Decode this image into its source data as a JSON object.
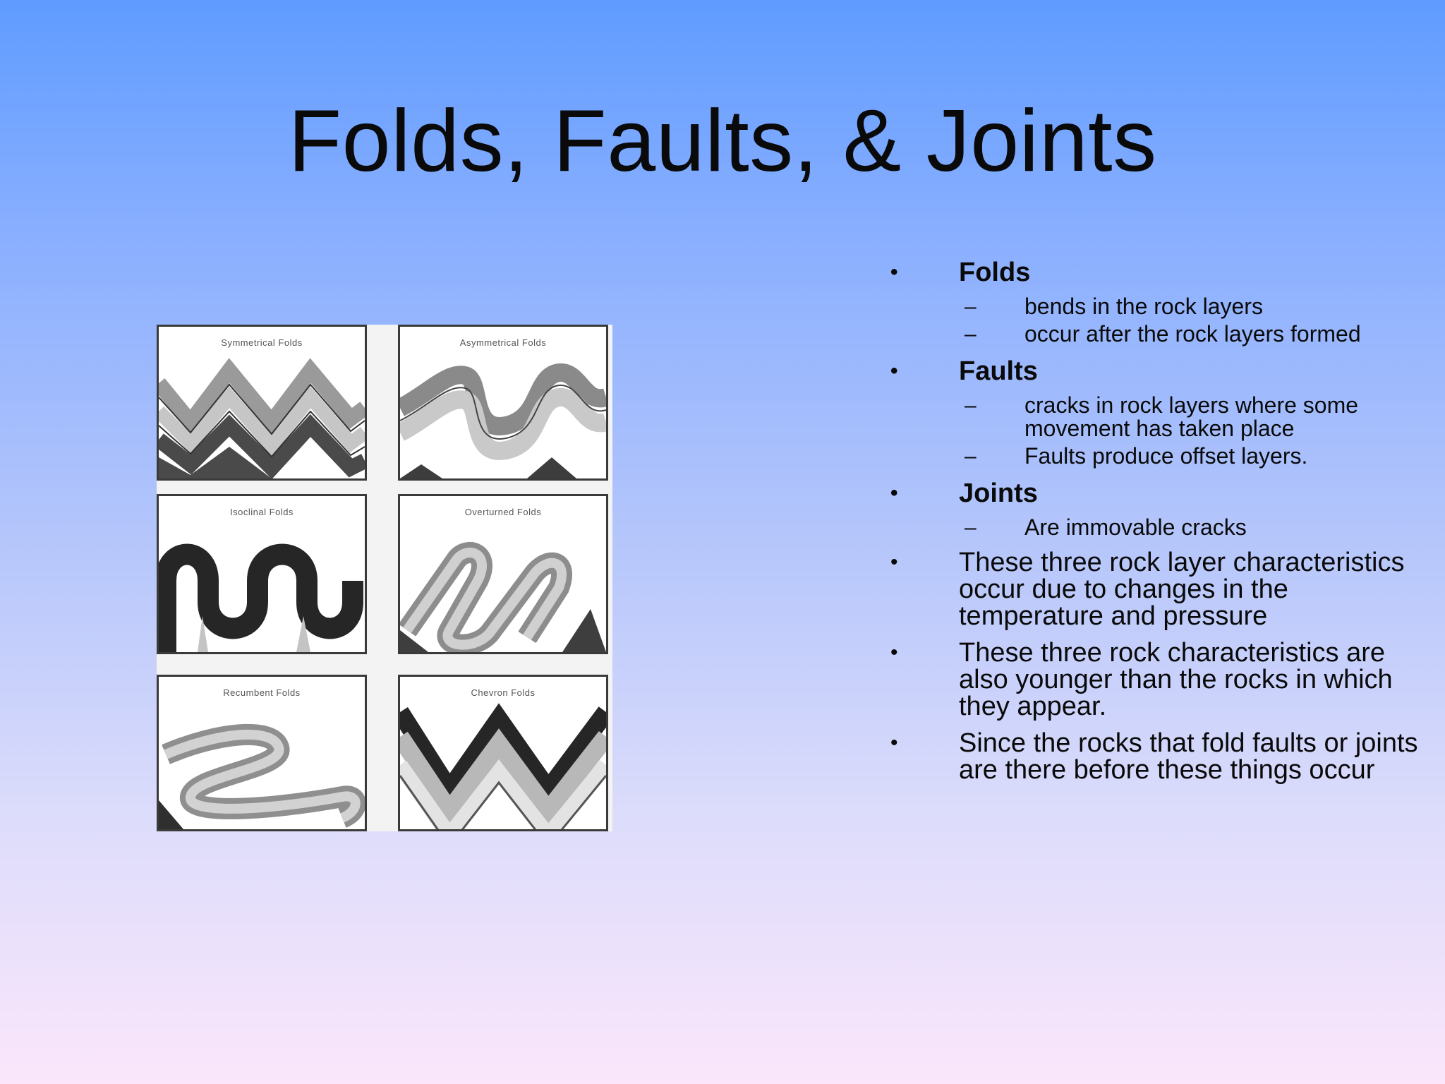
{
  "slide": {
    "title": "Folds, Faults, & Joints"
  },
  "figure": {
    "panels": [
      {
        "label": "Symmetrical Folds",
        "style": "symmetrical"
      },
      {
        "label": "Asymmetrical Folds",
        "style": "asymmetrical"
      },
      {
        "label": "Isoclinal Folds",
        "style": "isoclinal"
      },
      {
        "label": "Overturned Folds",
        "style": "overturned"
      },
      {
        "label": "Recumbent Folds",
        "style": "recumbent"
      },
      {
        "label": "Chevron Folds",
        "style": "chevron"
      }
    ]
  },
  "bullets": [
    {
      "text": "Folds",
      "bold": true,
      "subitems": [
        "bends in the rock layers",
        "occur after the rock layers formed"
      ]
    },
    {
      "text": "Faults",
      "bold": true,
      "subitems": [
        "cracks in rock layers where some movement has taken place",
        "Faults produce offset layers."
      ]
    },
    {
      "text": "Joints",
      "bold": true,
      "subitems": [
        "Are immovable cracks"
      ]
    },
    {
      "text": "These three rock layer characteristics occur due to changes in the temperature and pressure",
      "bold": false,
      "subitems": []
    },
    {
      "text": "These three rock characteristics are also younger than the rocks in which they appear.",
      "bold": false,
      "subitems": []
    },
    {
      "text": "Since the rocks that fold faults or joints are there before these things occur",
      "bold": false,
      "subitems": []
    }
  ],
  "symbols": {
    "bullet": "•",
    "dash": "–"
  },
  "colors": {
    "gradient_top": "#5f9cff",
    "gradient_bottom": "#fbe6fb",
    "text": "#0a0a0a"
  }
}
